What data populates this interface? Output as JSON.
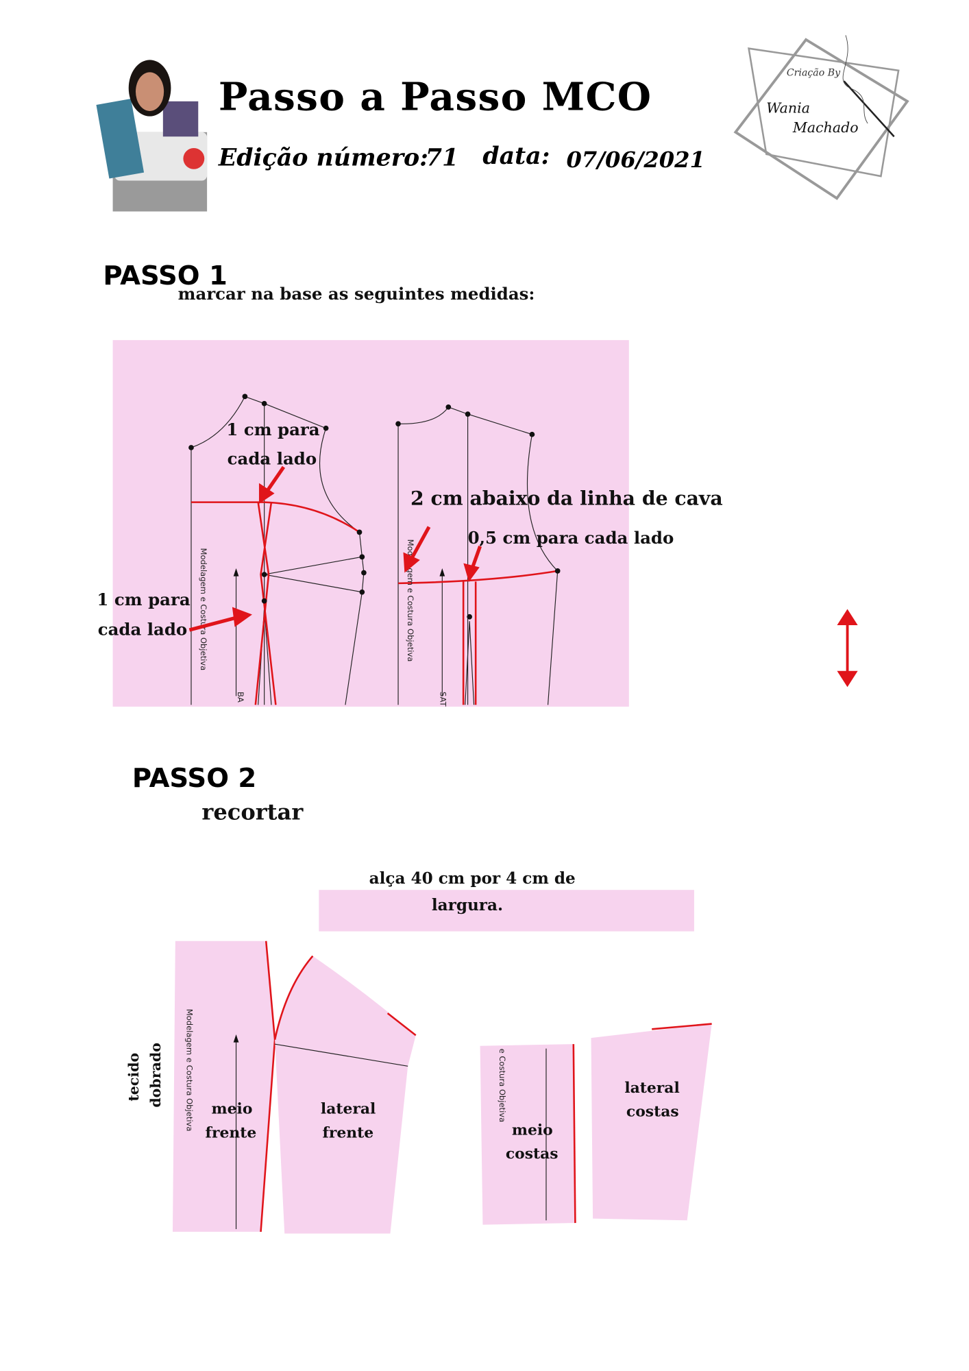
{
  "header": {
    "title": "Passo a Passo MCO",
    "edition_label": "Edição número:",
    "edition_number": "71",
    "date_label": "data:",
    "date_value": "07/06/2021"
  },
  "logo": {
    "line1": "Criação By",
    "name_first": "Wania",
    "name_last": "Machado"
  },
  "step1": {
    "title": "PASSO 1",
    "subtitle": "marcar na base as seguintes medidas:",
    "notes": {
      "top_line1": "1 cm para",
      "top_line2": "cada lado",
      "left_line1": "1 cm para",
      "left_line2": "cada lado",
      "cava": "2 cm abaixo da linha de cava",
      "half_cm": "0,5 cm para cada lado"
    },
    "watermark": "Modelagem e Costura Objetiva",
    "front_mark": "BA",
    "back_mark": "SAT"
  },
  "step2": {
    "title": "PASSO 2",
    "subtitle": "recortar",
    "strap_line1": "alça 40 cm por 4 cm de",
    "strap_line2": "largura.",
    "fold_line1": "tecido",
    "fold_line2": "dobrado",
    "pieces": [
      {
        "line1": "meio",
        "line2": "frente"
      },
      {
        "line1": "lateral",
        "line2": "frente"
      },
      {
        "line1": "meio",
        "line2": "costas"
      },
      {
        "line1": "lateral",
        "line2": "costas"
      }
    ],
    "watermark": "Modelagem e Costura Objetiva",
    "watermark_back": "e Costura Objetiva"
  },
  "colors": {
    "pink": "#f7d3ee",
    "red": "#e0141a"
  }
}
